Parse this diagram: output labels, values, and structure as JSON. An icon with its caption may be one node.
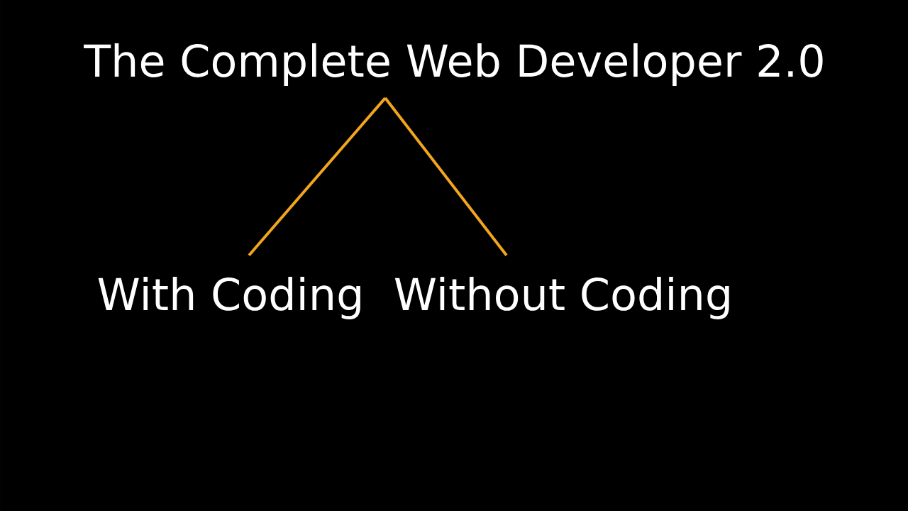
{
  "diagram": {
    "nodes": [
      {
        "text": [
          "The Complete Web Developer 2.0"
        ]
      },
      {
        "text": [
          "With Coding"
        ]
      },
      {
        "text": [
          "Without Coding"
        ]
      }
    ],
    "edges": [
      {
        "from": 0,
        "to": 1,
        "arrow": "none"
      },
      {
        "from": 0,
        "to": 2,
        "arrow": "none"
      }
    ]
  }
}
